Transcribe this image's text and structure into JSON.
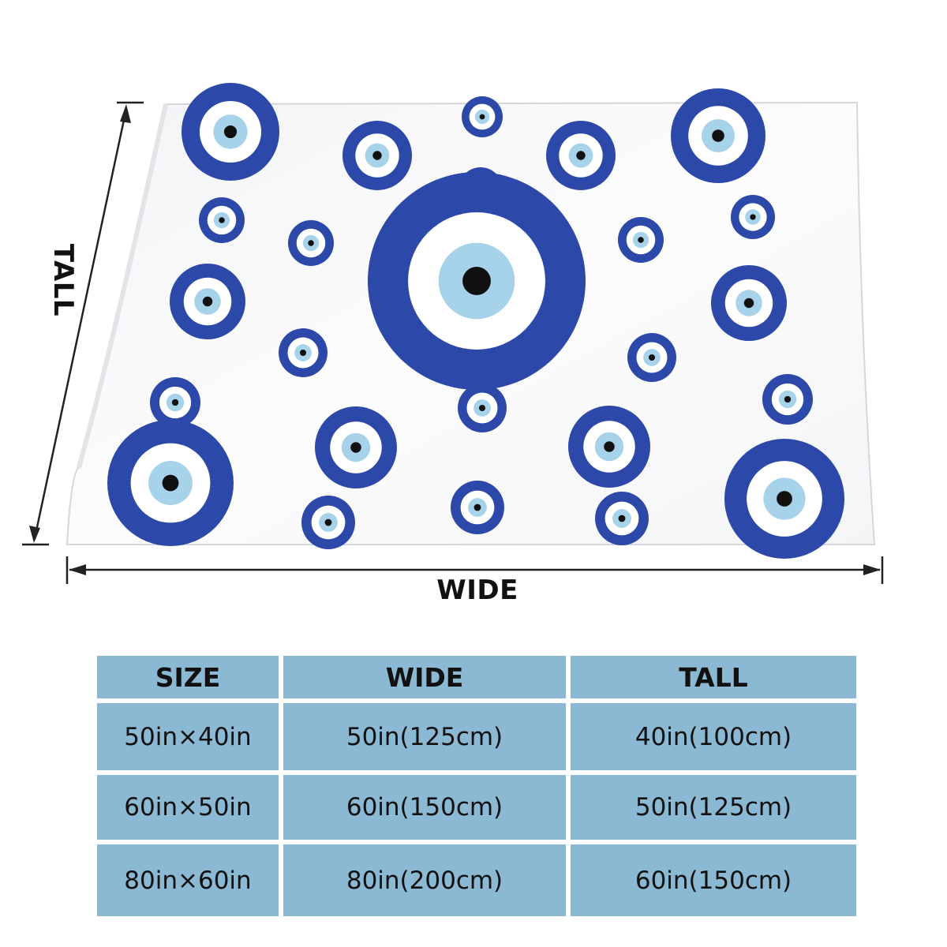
{
  "dimension_labels": {
    "wide": "WIDE",
    "tall": "TALL"
  },
  "colors": {
    "ring_blue": "#2c48a8",
    "light_blue": "#a7d3ea",
    "pupil": "#111111",
    "table_fill": "#8bb9d4",
    "blanket": "#f9fafb"
  },
  "size_table": {
    "headers": [
      "SIZE",
      "WIDE",
      "TALL"
    ],
    "rows": [
      [
        "50in×40in",
        "50in(125cm)",
        "40in(100cm)"
      ],
      [
        "60in×50in",
        "60in(150cm)",
        "50in(125cm)"
      ],
      [
        "80in×60in",
        "80in(200cm)",
        "60in(150cm)"
      ]
    ]
  }
}
